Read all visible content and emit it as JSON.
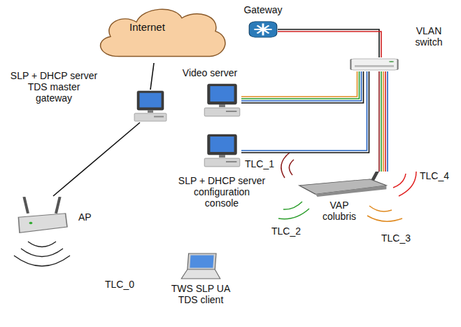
{
  "diagram": {
    "nodes": [
      {
        "text": [
          "Internet"
        ]
      },
      {
        "text": [
          "Gateway"
        ]
      },
      {
        "text": [
          "SLP + DHCP server TDS master gateway"
        ]
      },
      {
        "text": [
          "Video server"
        ]
      },
      {
        "text": [
          "VLAN switch"
        ]
      },
      {
        "text": [
          "AP"
        ]
      },
      {
        "text": [
          "SLP + DHCP server configuration console"
        ]
      },
      {
        "text": [
          "VAP colubris"
        ]
      },
      {
        "text": [
          "TWS SLP UA TDS client"
        ]
      }
    ],
    "edges": [
      {
        "from": 0,
        "to": 2,
        "arrow": "none"
      },
      {
        "from": 2,
        "to": 5,
        "arrow": "none"
      },
      {
        "from": 1,
        "to": 4,
        "arrow": "none"
      },
      {
        "from": 3,
        "to": 4,
        "arrow": "none"
      },
      {
        "from": 6,
        "to": 4,
        "arrow": "none"
      },
      {
        "from": 4,
        "to": 7,
        "arrow": "none"
      }
    ],
    "labels": [
      "TLC_0",
      "TLC_1",
      "TLC_2",
      "TLC_3",
      "TLC_4"
    ]
  }
}
